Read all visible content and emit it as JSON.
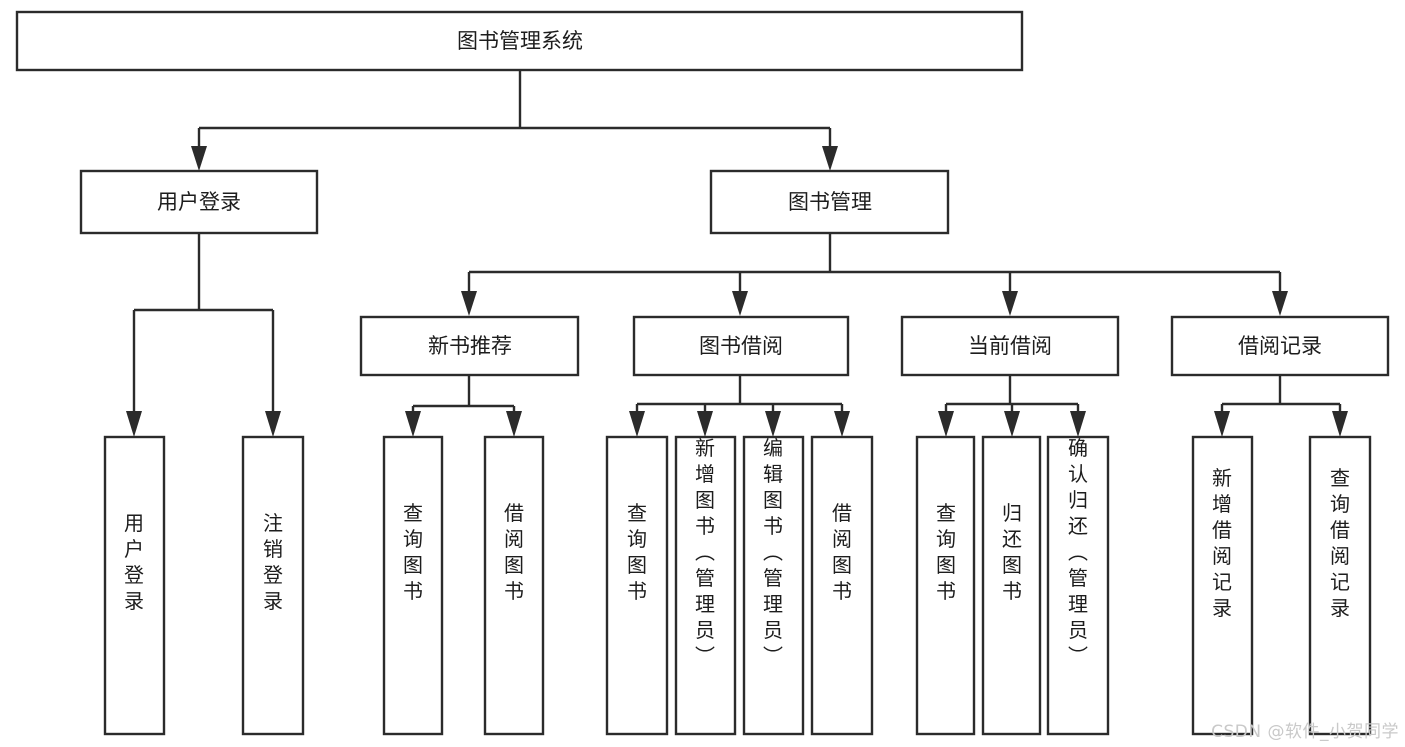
{
  "diagram": {
    "title": "图书管理系统",
    "type": "hierarchy-tree",
    "watermark": "CSDN @软件_小贺同学",
    "colors": {
      "box_fill": "#ffffff",
      "box_stroke": "#2b2b2b",
      "text": "#1d1d1d",
      "background": "#ffffff",
      "watermark": "#c9c9c9"
    },
    "root": {
      "label": "图书管理系统"
    },
    "level2": [
      {
        "label": "用户登录"
      },
      {
        "label": "图书管理"
      }
    ],
    "level3": [
      {
        "label": "新书推荐"
      },
      {
        "label": "图书借阅"
      },
      {
        "label": "当前借阅"
      },
      {
        "label": "借阅记录"
      }
    ],
    "leaves": {
      "user_login": [
        {
          "label": "用户登录"
        },
        {
          "label": "注销登录"
        }
      ],
      "new_book_recommend": [
        {
          "label": "查询图书"
        },
        {
          "label": "借阅图书"
        }
      ],
      "book_borrow": [
        {
          "label": "查询图书"
        },
        {
          "label": "新增图书（管理员）"
        },
        {
          "label": "编辑图书（管理员）"
        },
        {
          "label": "借阅图书"
        }
      ],
      "current_borrow": [
        {
          "label": "查询图书"
        },
        {
          "label": "归还图书"
        },
        {
          "label": "确认归还（管理员）"
        }
      ],
      "borrow_record": [
        {
          "label": "新增借阅记录"
        },
        {
          "label": "查询借阅记录"
        }
      ]
    }
  }
}
